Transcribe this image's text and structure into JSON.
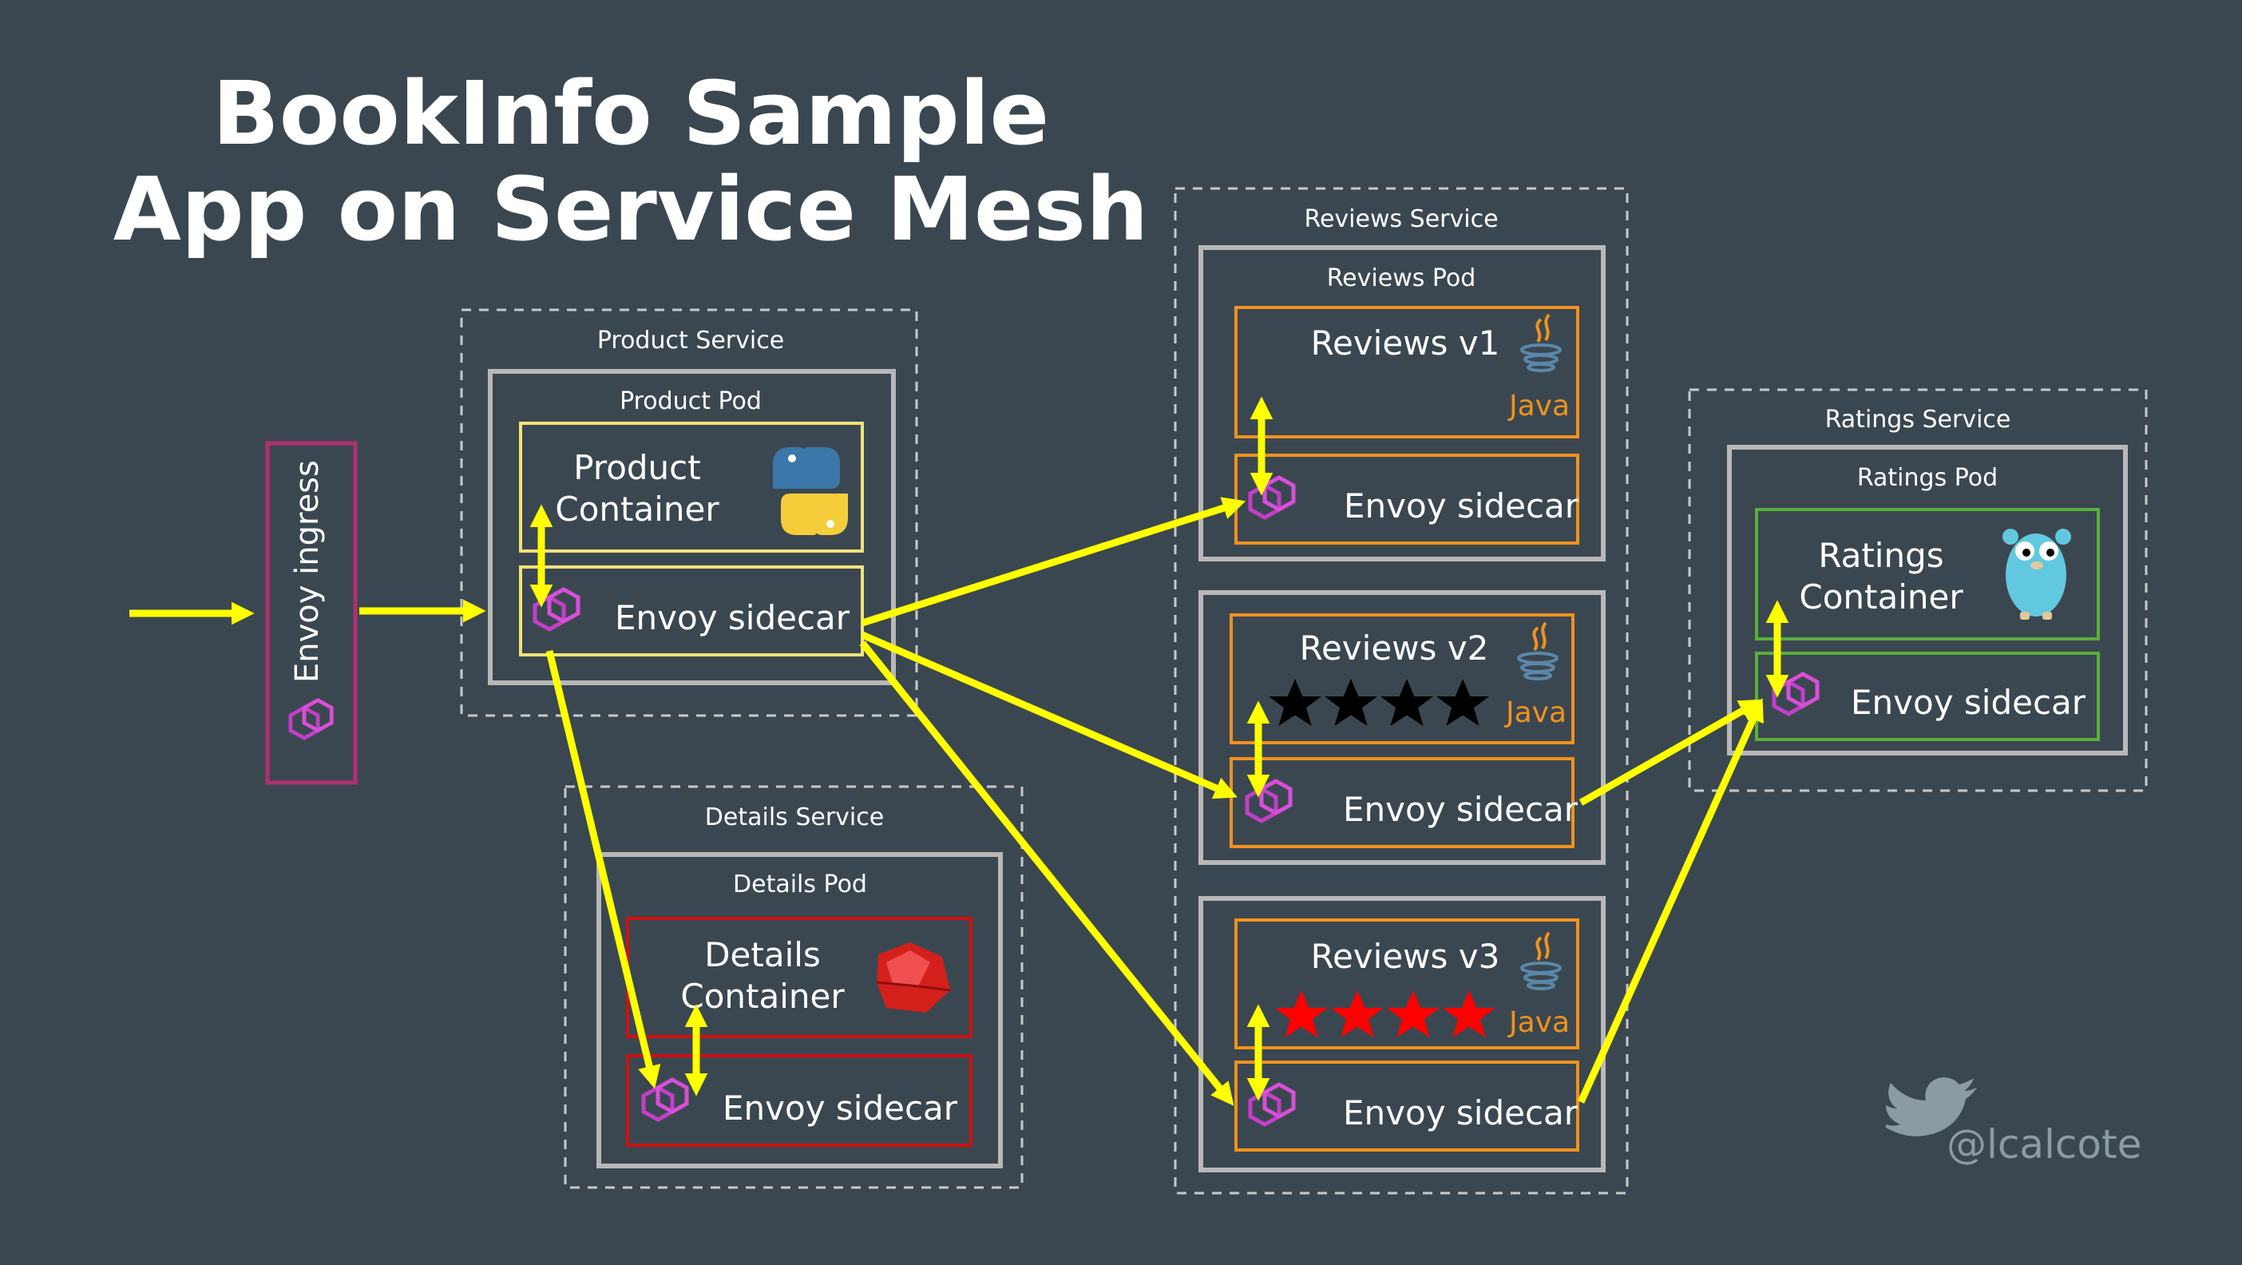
{
  "title": {
    "line1": "BookInfo Sample",
    "line2": "App on Service Mesh"
  },
  "ingress": {
    "label": "Envoy ingress"
  },
  "product": {
    "service": "Product Service",
    "pod": "Product Pod",
    "container_l1": "Product",
    "container_l2": "Container",
    "sidecar": "Envoy sidecar"
  },
  "details": {
    "service": "Details Service",
    "pod": "Details Pod",
    "container_l1": "Details",
    "container_l2": "Container",
    "sidecar": "Envoy sidecar"
  },
  "reviews": {
    "service": "Reviews Service",
    "pod": "Reviews Pod",
    "v1": "Reviews v1",
    "v2": "Reviews v2",
    "v3": "Reviews v3",
    "java": "Java",
    "sidecar": "Envoy sidecar"
  },
  "ratings": {
    "service": "Ratings Service",
    "pod": "Ratings Pod",
    "container_l1": "Ratings",
    "container_l2": "Container",
    "sidecar": "Envoy sidecar"
  },
  "twitter": {
    "handle": "@lcalcote"
  },
  "colors": {
    "background": "#3b4750",
    "arrow": "#ffff00",
    "python_box": "#f2e27a",
    "ruby_box": "#cc1111",
    "java_box": "#f0921e",
    "go_box": "#5aae3c",
    "ingress_box": "#b0306f",
    "envoy": "#c23fc8"
  }
}
